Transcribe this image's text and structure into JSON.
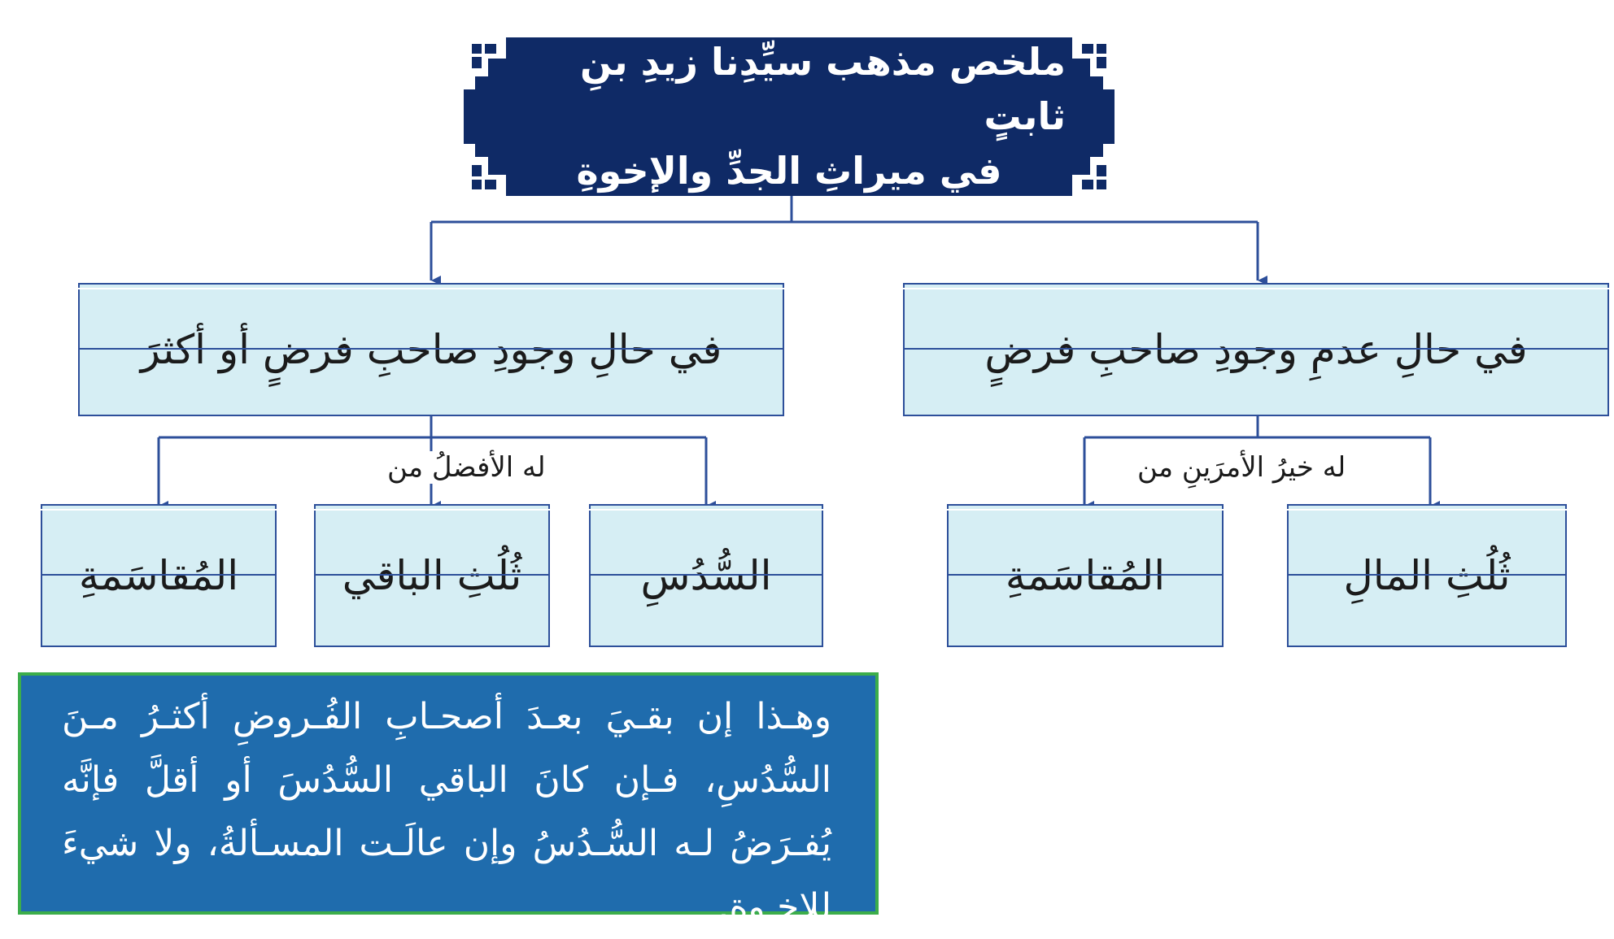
{
  "title": {
    "line1": "ملخص مذهب سيِّدِنا زيدِ بنِ ثابتٍ",
    "line2": "في ميراثِ الجدِّ والإخوةِ"
  },
  "branches": {
    "right": {
      "heading": "في حالِ عدمِ وجودِ صاحبِ فرضٍ",
      "connector_label": "له خيرُ الأمرَينِ من",
      "options": [
        "ثُلُثِ المالِ",
        "المُقاسَمةِ"
      ]
    },
    "left": {
      "heading": "في حالِ وجودِ صاحبِ فرضٍ أو أكثرَ",
      "connector_label": "له الأفضلُ من",
      "options": [
        "السُّدُسِ",
        "ثُلُثِ الباقي",
        "المُقاسَمةِ"
      ]
    }
  },
  "note": {
    "text": "وهـذا إن بقـيَ بعـدَ أصحـابِ الفُـروضِ أكثـرُ مـنَ السُّدُسِ، فـإن كانَ الباقي السُّدُسَ أو أقلَّ فإنَّه يُفـرَضُ لـه السُّـدُسُ وإن عالَـت المسـألةُ، ولا شيءَ للإخـوةِ."
  },
  "colors": {
    "title_bg": "#0f2a66",
    "box_fill": "#d6eef4",
    "box_border": "#2d4f9a",
    "connector": "#2d4f9a",
    "note_bg": "#1f6cad",
    "note_border": "#3cad4a"
  }
}
